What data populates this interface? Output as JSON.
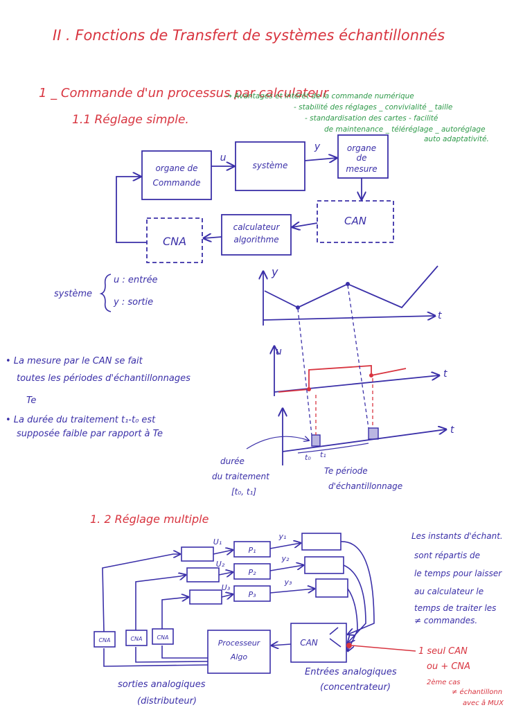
{
  "title": "II . Fonctions de Transfert de systèmes échantillonnés",
  "section1": {
    "heading": "1 _ Commande d'un processus par calculateur",
    "advantages": [
      "→ Avantages et intérêt de la commande numérique",
      "- stabilité des réglages _ convivialité _ taille",
      "- standardisation des cartes - facilité",
      "de maintenance _ téléréglage _ autoréglage",
      "auto adaptativité."
    ],
    "sub1": "1.1 Réglage simple.",
    "blocks": {
      "organe_commande_1": "organe de",
      "organe_commande_2": "Commande",
      "systeme": "système",
      "organe_mesure_1": "organe",
      "organe_mesure_2": "de",
      "organe_mesure_3": "mesure",
      "can": "CAN",
      "calc_1": "calculateur",
      "calc_2": "algorithme",
      "cna": "CNA"
    },
    "signal_u": "u",
    "signal_y": "y",
    "sys_label": "système",
    "sys_u": "u : entrée",
    "sys_y": "y : sortie",
    "notes": [
      "• La mesure par le CAN se fait",
      "toutes les périodes d'échantillonnages",
      "Te",
      "• La durée du traitement t₁-t₀ est",
      "supposée faible par rapport à Te"
    ],
    "graph": {
      "y_axis": "y",
      "u_axis": "u",
      "t_axis": "t",
      "t0": "t₀",
      "t1": "t₁",
      "duree_1": "durée",
      "duree_2": "du traitement",
      "duree_3": "[t₀, t₁]",
      "te_1": "Te période",
      "te_2": "d'échantillonnage"
    }
  },
  "section2": {
    "sub2": "1. 2 Réglage multiple",
    "inputs": [
      "U₁",
      "U₂",
      "U₃"
    ],
    "outputs": [
      "y₁",
      "y₂",
      "y₃"
    ],
    "processes": [
      "P₁",
      "P₂",
      "P₃"
    ],
    "cna": "CNA",
    "processor_1": "Processeur",
    "processor_2": "Algo",
    "can": "CAN",
    "note": [
      "Les instants d'échant.",
      "sont répartis de",
      "le temps pour laisser",
      "au calculateur le",
      "temps de traiter les",
      "≠ commandes."
    ],
    "red_notes": [
      "1 seul CAN",
      "ou + CNA",
      "2ème cas",
      "≠ échantillonn",
      "avec â MUX"
    ],
    "entrees_1": "Entrées analogiques",
    "entrees_2": "(concentrateur)",
    "sorties_1": "sorties analogiques",
    "sorties_2": "(distributeur)"
  }
}
